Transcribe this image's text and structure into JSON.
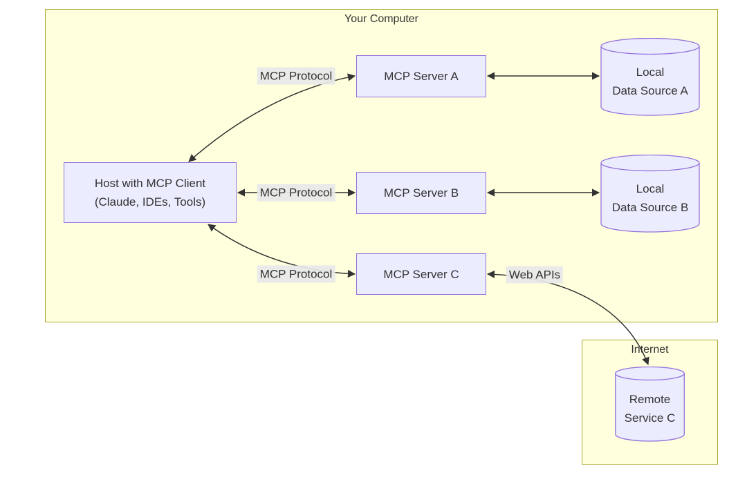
{
  "diagram": {
    "clusters": {
      "your_computer": {
        "label": "Your Computer"
      },
      "internet": {
        "label": "Internet"
      }
    },
    "nodes": {
      "host": {
        "line1": "Host with MCP Client",
        "line2": "(Claude, IDEs, Tools)"
      },
      "server_a": {
        "label": "MCP Server A"
      },
      "server_b": {
        "label": "MCP Server B"
      },
      "server_c": {
        "label": "MCP Server C"
      },
      "data_source_a": {
        "line1": "Local",
        "line2": "Data Source A"
      },
      "data_source_b": {
        "line1": "Local",
        "line2": "Data Source B"
      },
      "remote_service_c": {
        "line1": "Remote",
        "line2": "Service C"
      }
    },
    "edge_labels": {
      "protocol_a": "MCP Protocol",
      "protocol_b": "MCP Protocol",
      "protocol_c": "MCP Protocol",
      "web_apis": "Web APIs"
    },
    "colors": {
      "cluster_fill": "#ffffde",
      "cluster_stroke": "#aaaa33",
      "node_fill": "#ECECFF",
      "node_stroke": "#9370DB",
      "edge_color": "#333333",
      "edge_label_bg": "#e8e8e8",
      "text": "#333333"
    }
  }
}
